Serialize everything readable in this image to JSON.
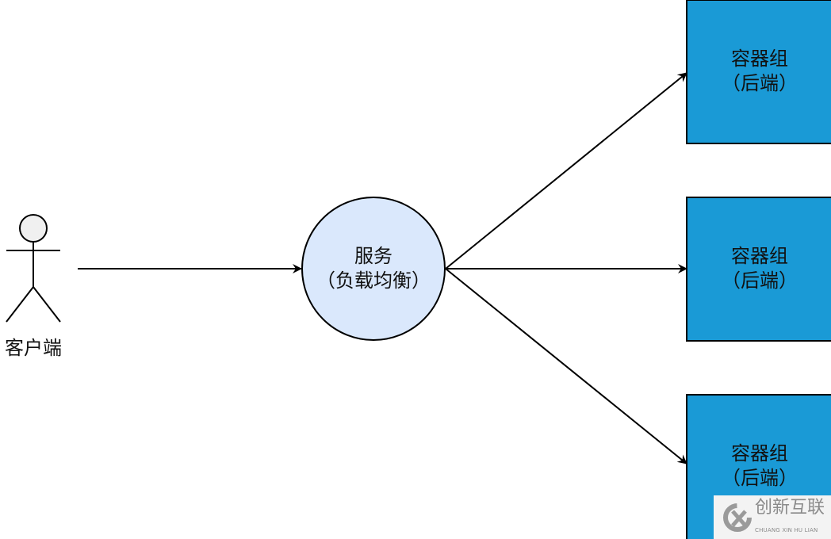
{
  "client": {
    "label": "客户端"
  },
  "service": {
    "line1": "服务",
    "line2": "（负载均衡）"
  },
  "pods": [
    {
      "line1": "容器组",
      "line2": "（后端）"
    },
    {
      "line1": "容器组",
      "line2": "（后端）"
    },
    {
      "line1": "容器组",
      "line2": "（后端）"
    }
  ],
  "watermark": {
    "text": "创新互联",
    "subtext": "CHUANG XIN HU LIAN"
  },
  "colors": {
    "pod_fill": "#1a9ad6",
    "service_fill": "#dae8fc",
    "actor_head": "#f0f0f0"
  }
}
